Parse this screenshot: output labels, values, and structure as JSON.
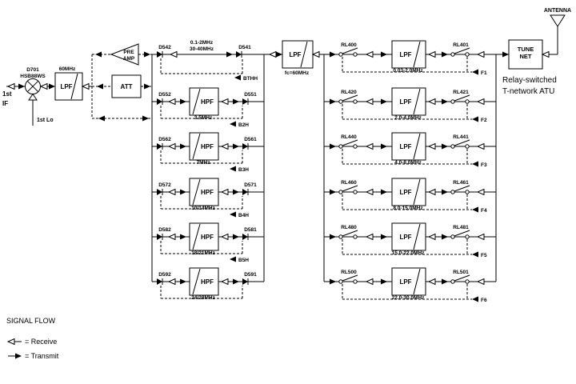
{
  "colors": {
    "ink": "#000000",
    "paper": "#ffffff"
  },
  "left_chain": {
    "if_label_line1": "1st",
    "if_label_line2": "IF",
    "mixer_ref": "D701",
    "mixer_part": "HSB88WS",
    "lo_label": "1st Lo",
    "if_filter": {
      "label": "LPF",
      "freq": "60MHz"
    },
    "preamp": {
      "line1": "PRE",
      "line2": "AMP"
    },
    "attenuator": {
      "label": "ATT"
    }
  },
  "hpf_bank": {
    "rows": [
      {
        "d_left": "D542",
        "freq_line1": "0.1-2MHz",
        "freq_line2": "30-40MHz",
        "d_right": "D541",
        "bypass": "BTHH",
        "filter": null,
        "freq": null
      },
      {
        "d_left": "D552",
        "filter": "HPF",
        "freq": "3.5MHz",
        "d_right": "D551",
        "bypass": "B2H"
      },
      {
        "d_left": "D562",
        "filter": "HPF",
        "freq": "7MHz",
        "d_right": "D561",
        "bypass": "B3H"
      },
      {
        "d_left": "D572",
        "filter": "HPF",
        "freq": "10/14MHz",
        "d_right": "D571",
        "bypass": "B4H"
      },
      {
        "d_left": "D582",
        "filter": "HPF",
        "freq": "18/21MHz",
        "d_right": "D581",
        "bypass": "B5H"
      },
      {
        "d_left": "D592",
        "filter": "HPF",
        "freq": "24/28MHz",
        "d_right": "D591",
        "bypass": null
      }
    ]
  },
  "mid_filter": {
    "label": "LPF",
    "freq": "fc=60MHz"
  },
  "lpf_bank": {
    "rows": [
      {
        "relay_left": "RL400",
        "filter": "LPF",
        "freq": "0.03-2.0MHz",
        "relay_right": "RL401",
        "band": "F1"
      },
      {
        "relay_left": "RL420",
        "filter": "LPF",
        "freq": "2.0-4.0MHz",
        "relay_right": "RL421",
        "band": "F2"
      },
      {
        "relay_left": "RL440",
        "filter": "LPF",
        "freq": "4.0-8.0MHz",
        "relay_right": "RL441",
        "band": "F3"
      },
      {
        "relay_left": "RL460",
        "filter": "LPF",
        "freq": "8.0-15.0MHz",
        "relay_right": "RL461",
        "band": "F4"
      },
      {
        "relay_left": "RL480",
        "filter": "LPF",
        "freq": "15.0-22.0MHz",
        "relay_right": "RL481",
        "band": "F5"
      },
      {
        "relay_left": "RL500",
        "filter": "LPF",
        "freq": "22.0-30.0MHz",
        "relay_right": "RL501",
        "band": "F6"
      }
    ]
  },
  "antenna_section": {
    "tuner_line1": "TUNE",
    "tuner_line2": "NET",
    "antenna_label": "ANTENNA",
    "caption_line1": "Relay-switched",
    "caption_line2": "T-network ATU"
  },
  "legend": {
    "title": "SIGNAL FLOW",
    "receive": "= Receive",
    "transmit": "= Transmit"
  }
}
